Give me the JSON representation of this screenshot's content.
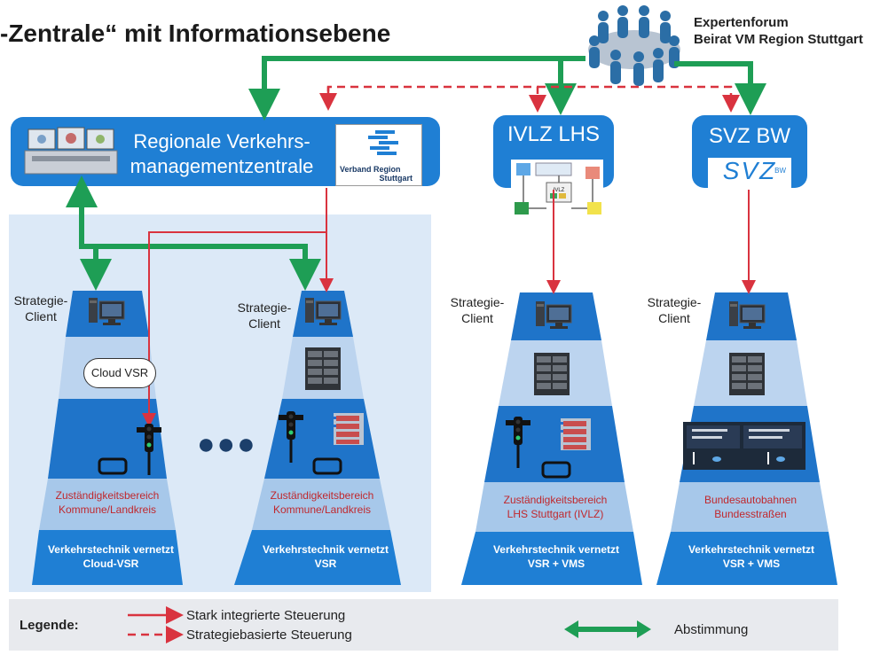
{
  "title": "-Zentrale“ mit Informationsebene",
  "expertenforum": {
    "line1": "Expertenforum",
    "line2": "Beirat VM Region Stuttgart"
  },
  "rvmz": {
    "line1": "Regionale Verkehrs-",
    "line2": "managementzentrale",
    "logo_line1": "Verband Region",
    "logo_line2": "Stuttgart"
  },
  "ivlz": {
    "title": "IVLZ LHS",
    "logo_text": "IVLZ"
  },
  "svz": {
    "title": "SVZ BW",
    "logo_text": "SVZ",
    "logo_sub": "BW"
  },
  "pyramids": [
    {
      "client_line1": "Strategie-",
      "client_line2": "Client",
      "zone_line1": "Zuständigkeitsbereich",
      "zone_line2": "Kommune/Landkreis",
      "tech_line1": "Verkehrstechnik vernetzt",
      "tech_line2": "Cloud-VSR"
    },
    {
      "client_line1": "Strategie-",
      "client_line2": "Client",
      "zone_line1": "Zuständigkeitsbereich",
      "zone_line2": "Kommune/Landkreis",
      "tech_line1": "Verkehrstechnik vernetzt",
      "tech_line2": "VSR"
    },
    {
      "client_line1": "Strategie-",
      "client_line2": "Client",
      "zone_line1": "Zuständigkeitsbereich",
      "zone_line2": "LHS Stuttgart (IVLZ)",
      "tech_line1": "Verkehrstechnik vernetzt",
      "tech_line2": "VSR + VMS"
    },
    {
      "client_line1": "Strategie-",
      "client_line2": "Client",
      "zone_line1": "Bundesautobahnen",
      "zone_line2": "Bundesstraßen",
      "tech_line1": "Verkehrstechnik vernetzt",
      "tech_line2": "VSR + VMS"
    }
  ],
  "cloud_label": "Cloud VSR",
  "ellipsis": "●●●",
  "legend": {
    "label": "Legende:",
    "solid": "Stark integrierte Steuerung",
    "dashed": "Strategiebasierte Steuerung",
    "sync": "Abstimmung"
  },
  "colors": {
    "blue": "#1f7fd4",
    "dark_blue": "#1565b8",
    "green": "#1e9e55",
    "red": "#d9333f",
    "region_bg": "#dce9f7"
  }
}
